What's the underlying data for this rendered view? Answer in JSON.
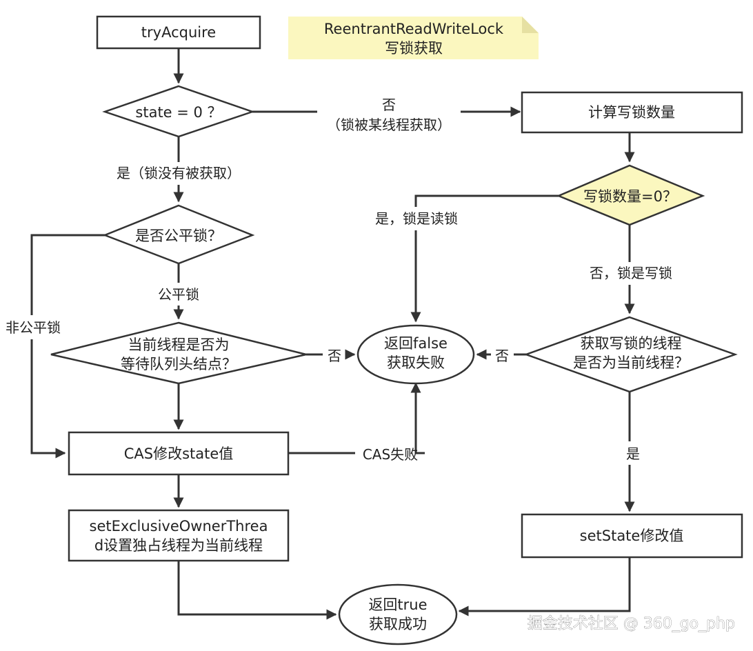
{
  "note": {
    "line1": "ReentrantReadWriteLock",
    "line2": "写锁获取",
    "color": "#fbf7bf"
  },
  "nodes": {
    "try_acquire": {
      "line1": "tryAcquire"
    },
    "state_zero": {
      "line1": "state = 0 ？"
    },
    "is_fair": {
      "line1": "是否公平锁？"
    },
    "is_head": {
      "line1": "当前线程是否为",
      "line2": "等待队列头结点？"
    },
    "cas_state": {
      "line1": "CAS修改state值"
    },
    "set_owner": {
      "line1": "setExclusiveOwnerThrea",
      "line2": "d设置独占线程为当前线程"
    },
    "return_true": {
      "line1": "返回true",
      "line2": "获取成功"
    },
    "return_false": {
      "line1": "返回false",
      "line2": "获取失败"
    },
    "calc_write": {
      "line1": "计算写锁数量"
    },
    "write_zero": {
      "line1": "写锁数量=0？"
    },
    "is_owner": {
      "line1": "获取写锁的线程",
      "line2": "是否为当前线程？"
    },
    "set_state": {
      "line1": "setState修改值"
    }
  },
  "edge_labels": {
    "no_locked": {
      "line1": "否",
      "line2": "（锁被某线程获取）"
    },
    "yes_free": "是（锁没有被获取）",
    "fair": "公平锁",
    "unfair": "非公平锁",
    "head_no": "否",
    "cas_fail": "CAS失败",
    "yes_read": "是，锁是读锁",
    "no_write": "否，锁是写锁",
    "owner_no": "否",
    "owner_yes": "是"
  },
  "watermark": "掘金技术社区 @ 360_go_php",
  "colors": {
    "stroke": "#333333",
    "highlight": "#fbf7bf"
  }
}
